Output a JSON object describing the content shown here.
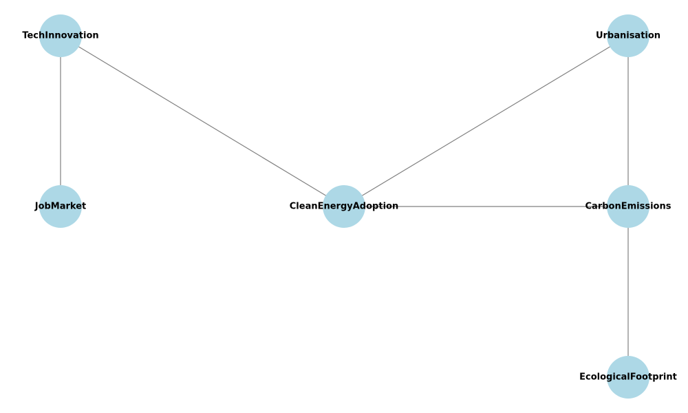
{
  "diagram": {
    "type": "network-graph",
    "node_color": "#add8e6",
    "edge_color": "#808080",
    "label_color": "#000000",
    "nodes": [
      {
        "id": "TechInnovation",
        "label": "TechInnovation"
      },
      {
        "id": "Urbanisation",
        "label": "Urbanisation"
      },
      {
        "id": "JobMarket",
        "label": "JobMarket"
      },
      {
        "id": "CleanEnergyAdoption",
        "label": "CleanEnergyAdoption"
      },
      {
        "id": "CarbonEmissions",
        "label": "CarbonEmissions"
      },
      {
        "id": "EcologicalFootprint",
        "label": "EcologicalFootprint"
      }
    ],
    "edges": [
      {
        "from": "TechInnovation",
        "to": "JobMarket"
      },
      {
        "from": "TechInnovation",
        "to": "CleanEnergyAdoption"
      },
      {
        "from": "Urbanisation",
        "to": "CleanEnergyAdoption"
      },
      {
        "from": "Urbanisation",
        "to": "CarbonEmissions"
      },
      {
        "from": "CleanEnergyAdoption",
        "to": "CarbonEmissions"
      },
      {
        "from": "CarbonEmissions",
        "to": "EcologicalFootprint"
      }
    ]
  }
}
